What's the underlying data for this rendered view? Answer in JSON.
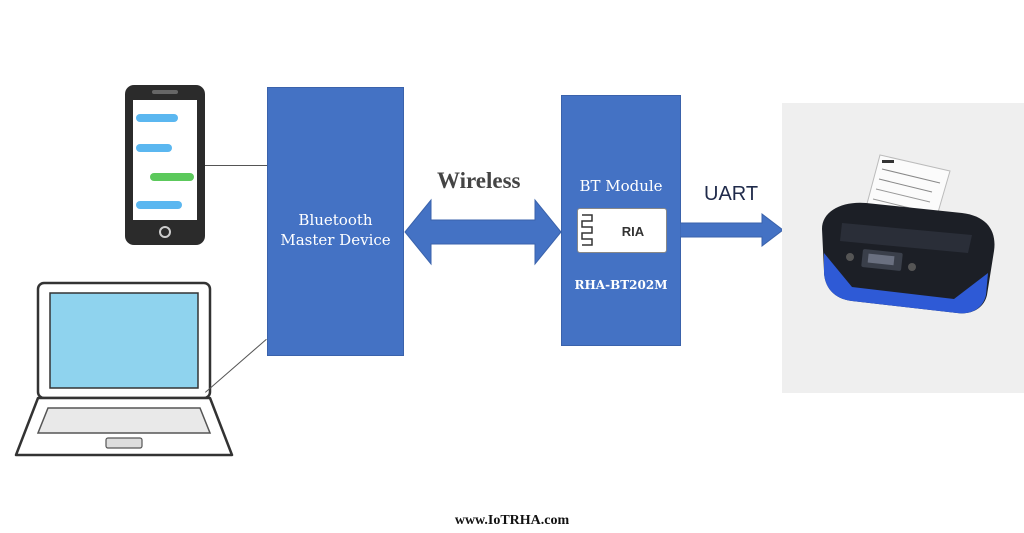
{
  "master": {
    "line1": "Bluetooth",
    "line2": "Master Device"
  },
  "link": {
    "label": "Wireless"
  },
  "module": {
    "title": "BT Module",
    "chip_logo": "RIA",
    "part_number": "RHA-BT202M"
  },
  "output": {
    "label": "UART"
  },
  "footer": {
    "url": "www.IoTRHA.com"
  },
  "colors": {
    "box": "#4472c4",
    "arrow": "#4472c4",
    "phone_body": "#2b2b2b",
    "screen": "#8fd3ee"
  },
  "icons": [
    "smartphone-icon",
    "laptop-icon",
    "bluetooth-chip-icon",
    "thermal-printer-icon"
  ]
}
